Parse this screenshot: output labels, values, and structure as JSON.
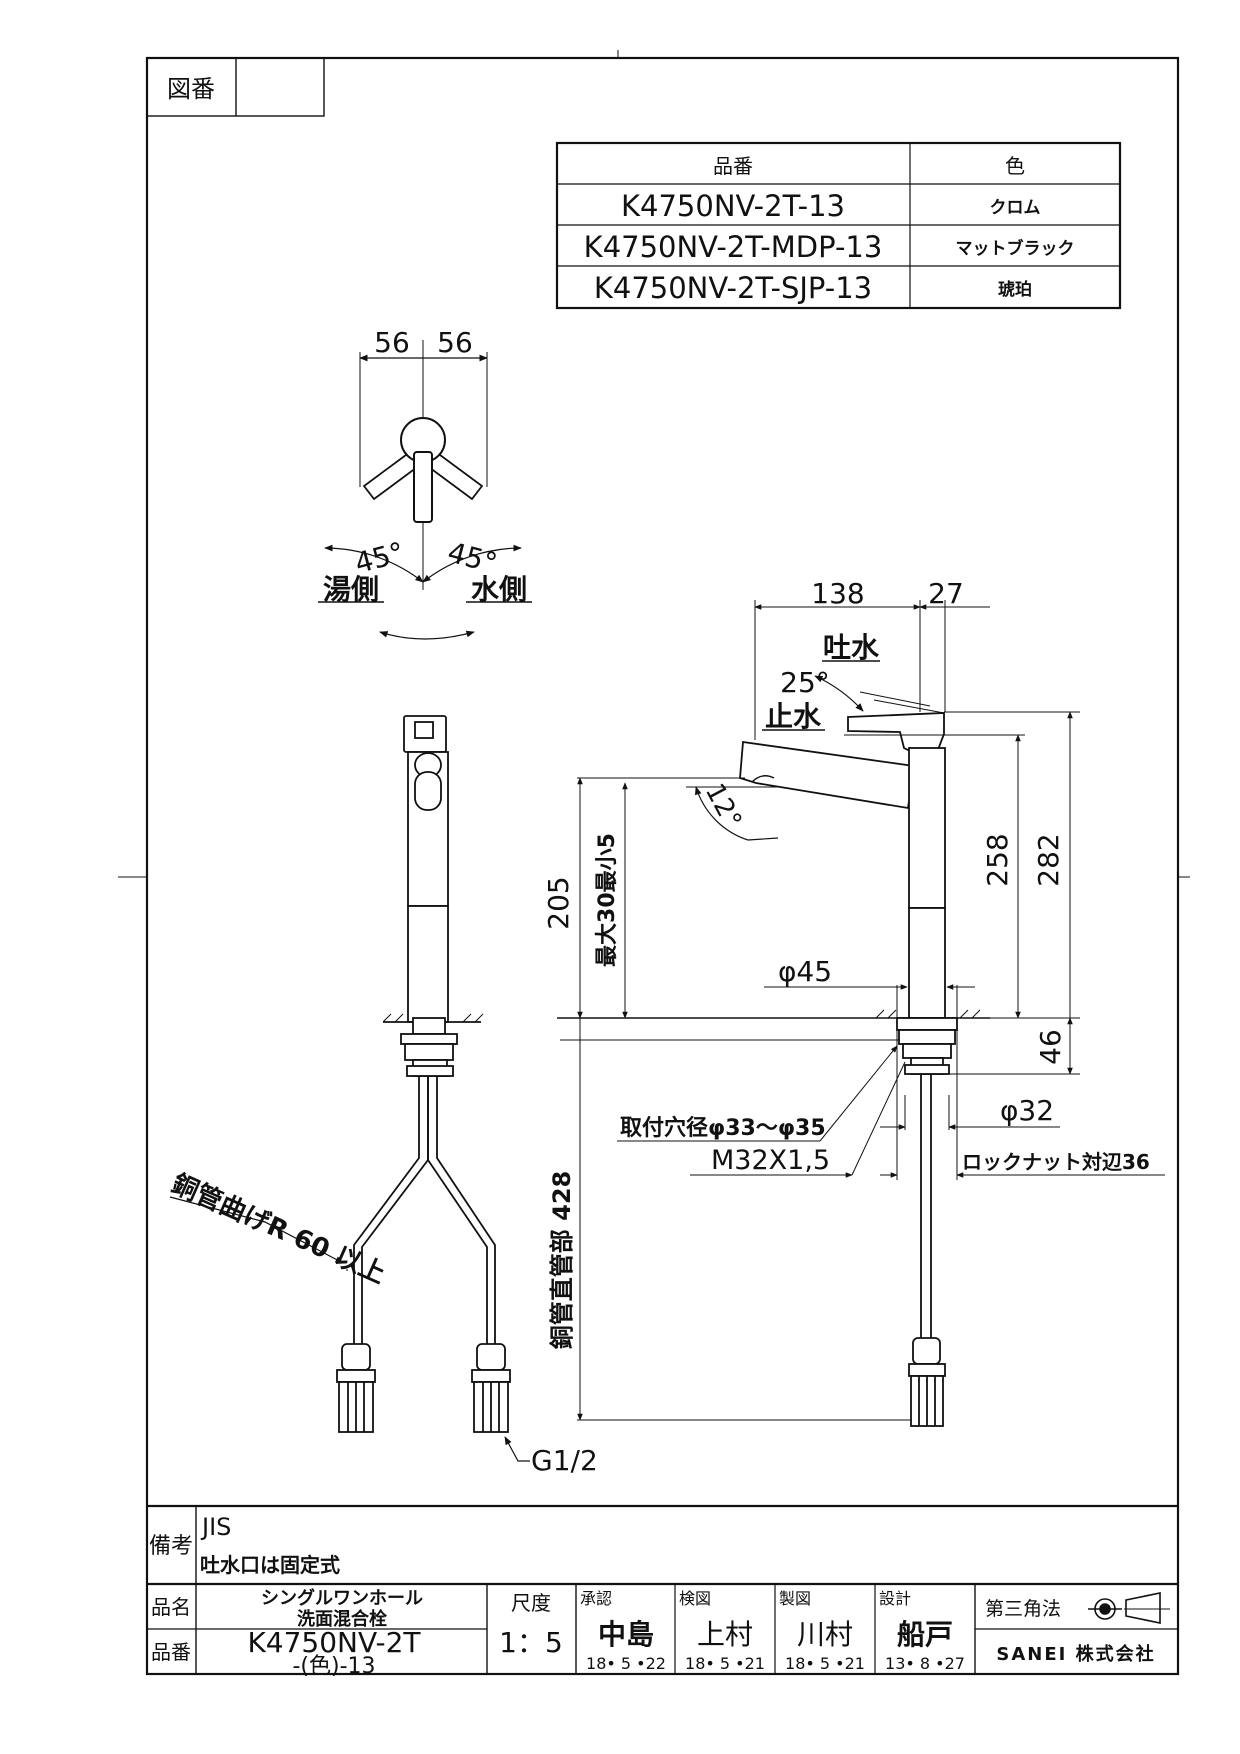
{
  "header": {
    "zuban_label": "図番",
    "zuban_value": ""
  },
  "color_table": {
    "headers": {
      "part_no": "品番",
      "color": "色"
    },
    "rows": [
      {
        "part_no": "K4750NV-2T-13",
        "color": "クロム"
      },
      {
        "part_no": "K4750NV-2T-MDP-13",
        "color": "マットブラック"
      },
      {
        "part_no": "K4750NV-2T-SJP-13",
        "color": "琥珀"
      }
    ]
  },
  "top_view": {
    "dim_left": "56",
    "dim_right": "56",
    "angle_left": "45°",
    "angle_right": "45°",
    "hot_label": "湯側",
    "cold_label": "水側"
  },
  "side_view": {
    "dim_138": "138",
    "dim_27": "27",
    "spout_open": "吐水",
    "angle_25": "25°",
    "spout_close": "止水",
    "angle_12": "12°",
    "dim_205": "205",
    "range_note": "最大30最小5",
    "dim_258": "258",
    "dim_282": "282",
    "dia_45": "φ45",
    "dim_46": "46",
    "dia_32": "φ32",
    "mount_hole": "取付穴径φ33～φ35",
    "thread": "M32X1,5",
    "locknut": "ロックナット対辺36",
    "pipe_length": "銅管直管部 428"
  },
  "front_view": {
    "bend_note": "銅管曲げR 60 以上",
    "connection": "G1/2"
  },
  "remarks": {
    "label": "備考",
    "line1": "JIS",
    "line2": "吐水口は固定式"
  },
  "title_block": {
    "name_label": "品名",
    "name_line1": "シングルワンホール",
    "name_line2": "洗面混合栓",
    "partno_label": "品番",
    "partno_line1": "K4750NV-2T",
    "partno_line2": "-(色)-13",
    "scale_label": "尺度",
    "scale_value": "1：5",
    "approved_label": "承認",
    "approved_name": "中島",
    "approved_date": "18• 5 •22",
    "checked_label": "検図",
    "checked_name": "上村",
    "checked_date": "18• 5 •21",
    "drawn_label": "製図",
    "drawn_name": "川村",
    "drawn_date": "18• 5 •21",
    "design_label": "設計",
    "design_name": "船戸",
    "design_date": "13• 8 •27",
    "projection": "第三角法",
    "company": "SANEI 株式会社"
  }
}
